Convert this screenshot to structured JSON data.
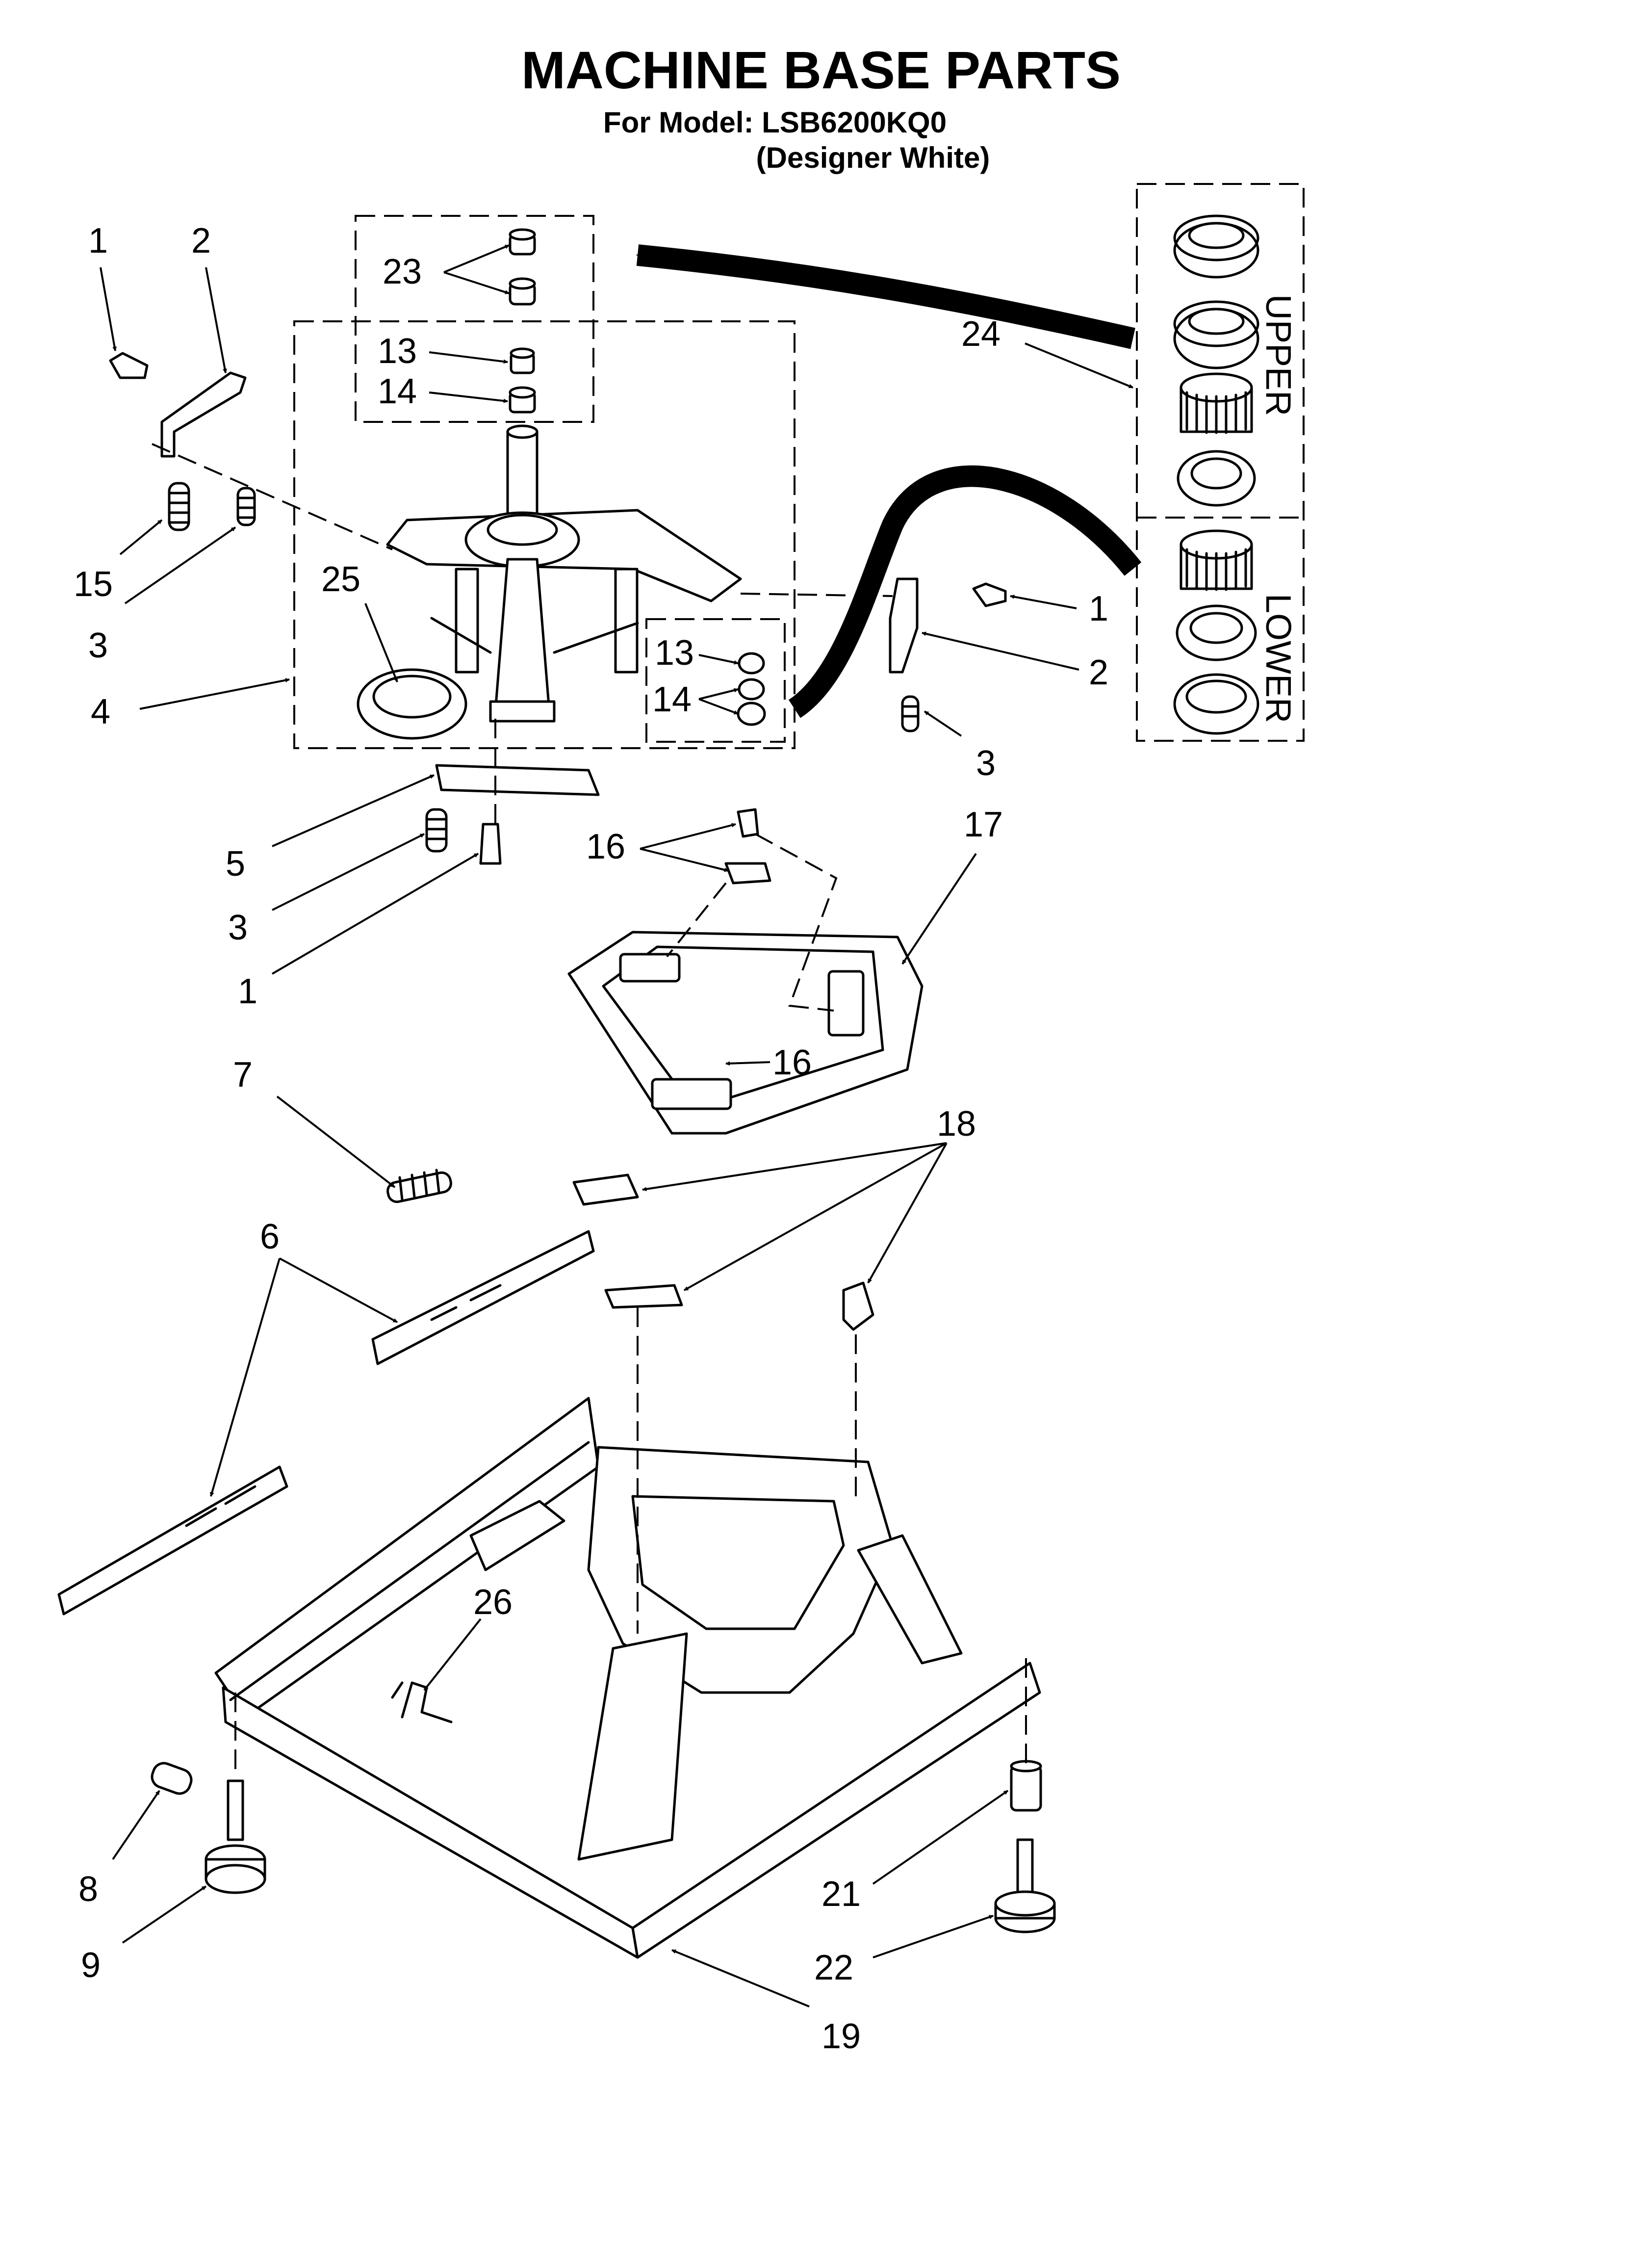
{
  "header": {
    "title": "MACHINE BASE PARTS",
    "model": "For Model: LSB6200KQ0",
    "variant": "(Designer White)"
  },
  "kit": {
    "upper_label": "UPPER",
    "lower_label": "LOWER"
  },
  "callouts": [
    {
      "id": "c1a",
      "text": "1"
    },
    {
      "id": "c2a",
      "text": "2"
    },
    {
      "id": "c23",
      "text": "23"
    },
    {
      "id": "c13a",
      "text": "13"
    },
    {
      "id": "c14a",
      "text": "14"
    },
    {
      "id": "c24",
      "text": "24"
    },
    {
      "id": "c15",
      "text": "15"
    },
    {
      "id": "c3a",
      "text": "3"
    },
    {
      "id": "c25",
      "text": "25"
    },
    {
      "id": "c1b",
      "text": "1"
    },
    {
      "id": "c13b",
      "text": "13"
    },
    {
      "id": "c14b",
      "text": "14"
    },
    {
      "id": "c2b",
      "text": "2"
    },
    {
      "id": "c4",
      "text": "4"
    },
    {
      "id": "c3b",
      "text": "3"
    },
    {
      "id": "c5",
      "text": "5"
    },
    {
      "id": "c16a",
      "text": "16"
    },
    {
      "id": "c17",
      "text": "17"
    },
    {
      "id": "c3c",
      "text": "3"
    },
    {
      "id": "c1c",
      "text": "1"
    },
    {
      "id": "c16b",
      "text": "16"
    },
    {
      "id": "c7",
      "text": "7"
    },
    {
      "id": "c18",
      "text": "18"
    },
    {
      "id": "c6",
      "text": "6"
    },
    {
      "id": "c26",
      "text": "26"
    },
    {
      "id": "c8",
      "text": "8"
    },
    {
      "id": "c21",
      "text": "21"
    },
    {
      "id": "c9",
      "text": "9"
    },
    {
      "id": "c22",
      "text": "22"
    },
    {
      "id": "c19",
      "text": "19"
    }
  ]
}
